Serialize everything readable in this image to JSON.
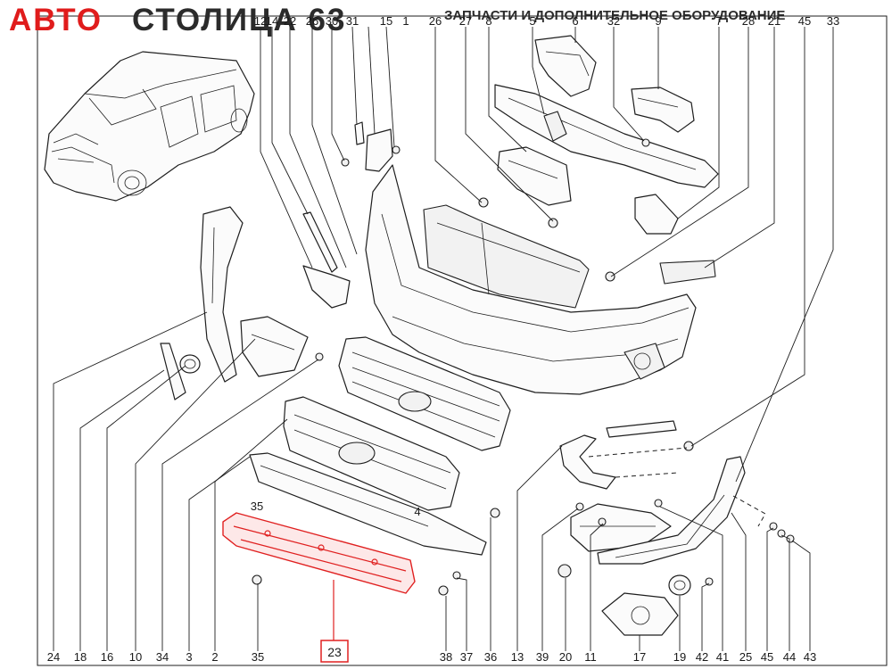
{
  "header": {
    "brand_part1": "АВТО",
    "brand_part2": "СТОЛИЦА 63",
    "tagline": "ЗАПЧАСТИ И ДОПОЛНИТЕЛЬНОЕ ОБОРУДОВАНИЕ",
    "brand_color": "#e01c1c"
  },
  "highlighted_part": {
    "number": "23",
    "color": "#e02020"
  },
  "top_labels": [
    "12",
    "14",
    "22",
    "26",
    "30",
    "31",
    "15",
    "26",
    "27",
    "8",
    "5",
    "6",
    "32",
    "9",
    "7",
    "28",
    "21",
    "45",
    "33"
  ],
  "bottom_labels": [
    "24",
    "18",
    "16",
    "10",
    "34",
    "3",
    "2",
    "35",
    "23",
    "38",
    "37",
    "36",
    "13",
    "39",
    "20",
    "11",
    "17",
    "19",
    "42",
    "41",
    "25",
    "45",
    "44",
    "43"
  ],
  "inner_labels": [
    "35",
    "4",
    "1"
  ]
}
